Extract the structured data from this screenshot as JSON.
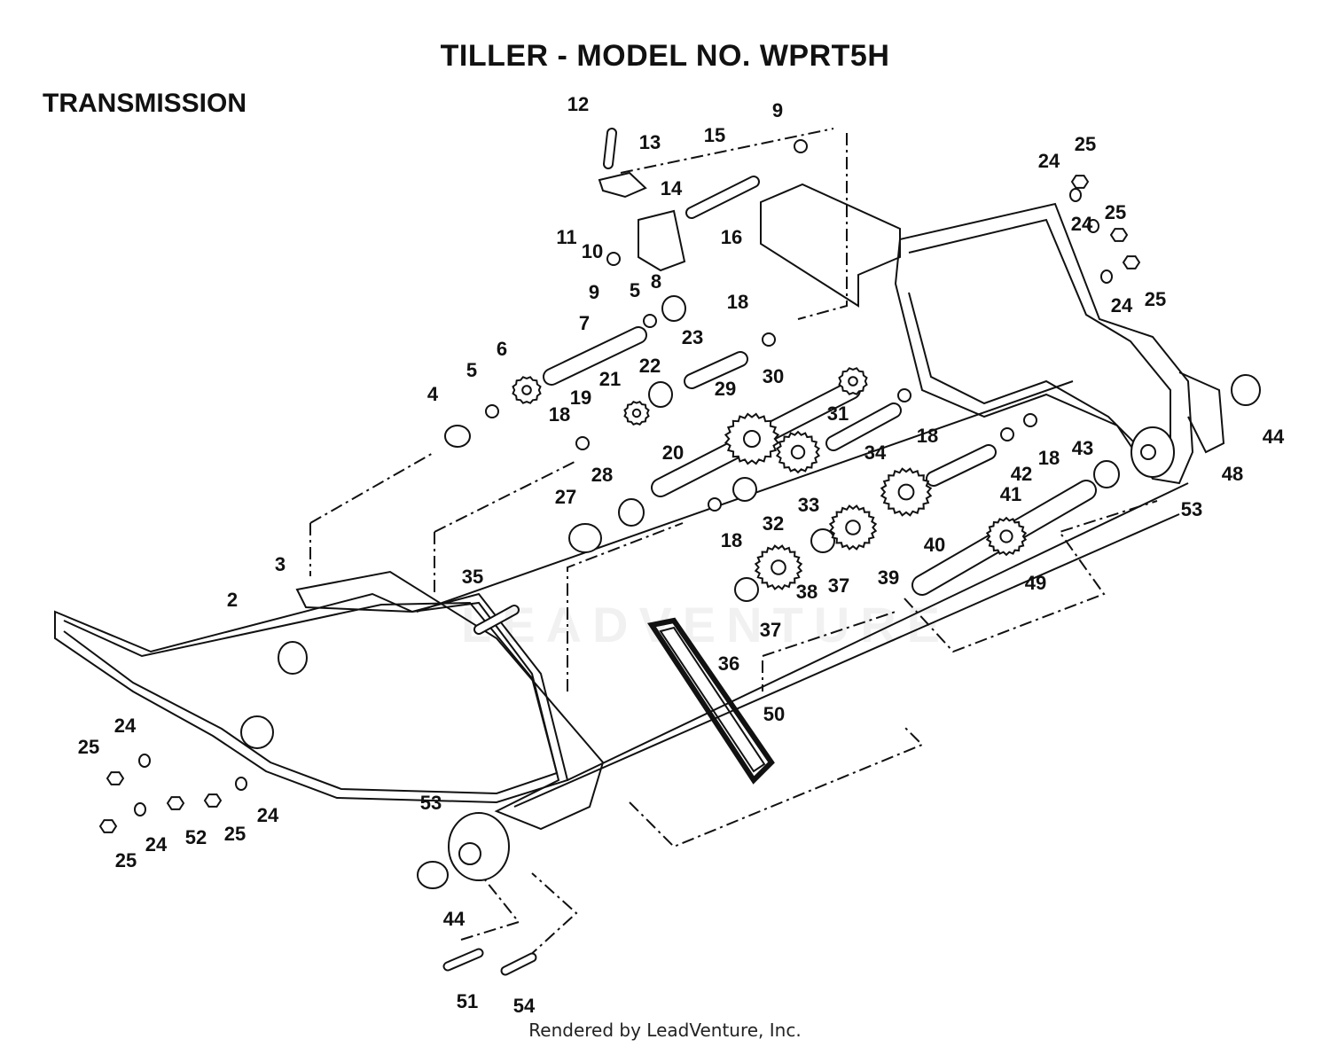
{
  "header": {
    "title": "TILLER - MODEL NO. WPRT5H",
    "section": "TRANSMISSION"
  },
  "footer": {
    "rendered_by": "Rendered by LeadVenture, Inc."
  },
  "watermark": {
    "text": "LEADVENTURE"
  },
  "part_labels": [
    "12",
    "13",
    "15",
    "9",
    "14",
    "11",
    "10",
    "16",
    "9",
    "8",
    "5",
    "7",
    "18",
    "23",
    "6",
    "5",
    "4",
    "21",
    "22",
    "19",
    "18",
    "20",
    "29",
    "30",
    "31",
    "18",
    "34",
    "24",
    "25",
    "24",
    "25",
    "24",
    "25",
    "44",
    "48",
    "53",
    "18",
    "42",
    "43",
    "41",
    "40",
    "39",
    "49",
    "33",
    "32",
    "28",
    "27",
    "18",
    "37",
    "38",
    "37",
    "36",
    "35",
    "3",
    "2",
    "50",
    "25",
    "24",
    "24",
    "52",
    "25",
    "24",
    "25",
    "53",
    "44",
    "51",
    "54"
  ],
  "colors": {
    "ink": "#111111",
    "background": "#ffffff"
  }
}
